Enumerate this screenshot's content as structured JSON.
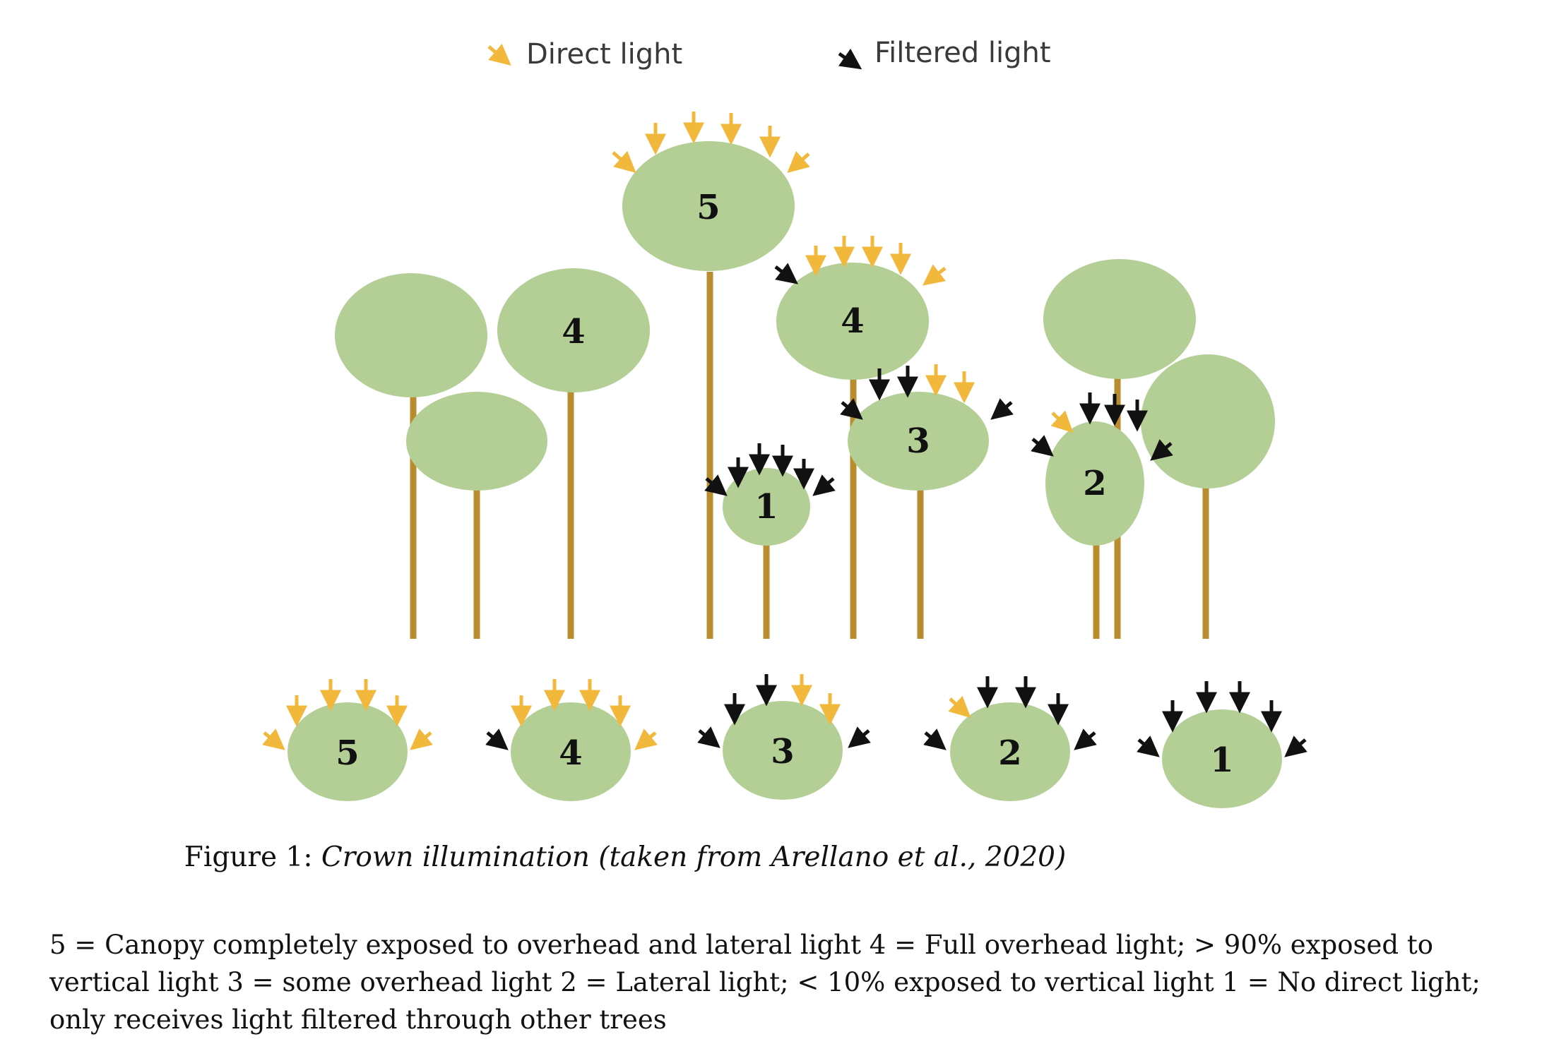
{
  "legend": {
    "direct_label": "Direct light",
    "filtered_label": "Filtered light"
  },
  "colors": {
    "crown": "#b3cf96",
    "trunk": "#b98d2e",
    "direct_arrow": "#f2b83b",
    "filtered_arrow": "#111111"
  },
  "forest_crowns": [
    {
      "label": "5"
    },
    {
      "label": "4"
    },
    {
      "label": "4"
    },
    {
      "label": "3"
    },
    {
      "label": "2"
    },
    {
      "label": "1"
    }
  ],
  "scale_crowns": [
    {
      "label": "5"
    },
    {
      "label": "4"
    },
    {
      "label": "3"
    },
    {
      "label": "2"
    },
    {
      "label": "1"
    }
  ],
  "caption": {
    "prefix": "Figure 1:",
    "text": "Crown illumination (taken from Arellano et al., 2020)"
  },
  "description": {
    "line1": "5 = Canopy completely exposed to overhead and lateral light 4 = Full overhead light; > 90% exposed to",
    "line2": "vertical light 3 = some overhead light 2 = Lateral light; < 10% exposed to vertical light 1 = No direct light;",
    "line3": "only receives light filtered through other trees"
  }
}
